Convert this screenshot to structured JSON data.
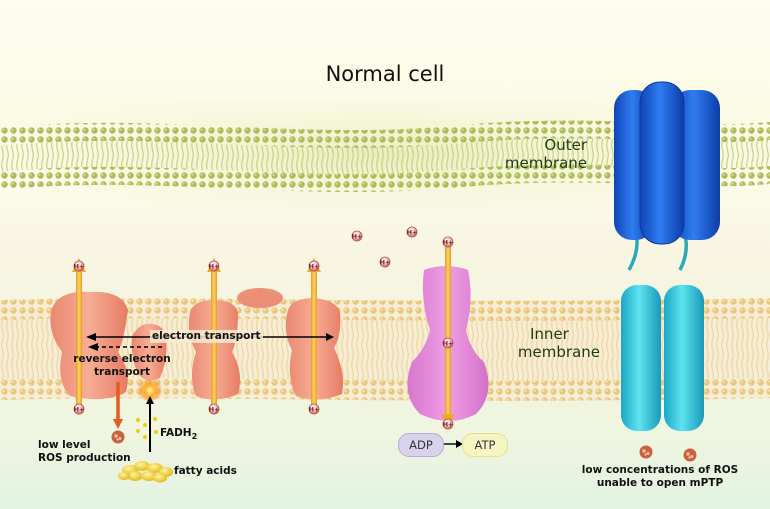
{
  "title": "Normal cell",
  "outer_membrane": {
    "line1": "Outer",
    "line2": "membrane"
  },
  "inner_membrane": {
    "line1": "Inner",
    "line2": "membrane"
  },
  "electron_transport": "electron transport",
  "reverse_electron": {
    "line1": "reverse electron",
    "line2": "transport"
  },
  "fadh": {
    "base": "FADH",
    "sub": "2"
  },
  "fatty_acids": "fatty acids",
  "ros": {
    "line1": "low level",
    "line2": "ROS production"
  },
  "adp": "ADP",
  "atp": "ATP",
  "mptp_note": {
    "line1": "low concentrations of ROS",
    "line2": "unable to open mPTP"
  },
  "proton_symbol": "H+",
  "colors": {
    "background_top": "#fbfce9",
    "membrane": "#b9c36a",
    "inner_membrane_band": "#f4e0b8",
    "complex": "#f09d86",
    "atp_synthase": "#e389d8",
    "mptp_top": "#1f63d8",
    "mptp_bottom": "#36c6dc",
    "proton_arrow": "#f2b12c",
    "ros_arrow": "#ea5d20"
  }
}
